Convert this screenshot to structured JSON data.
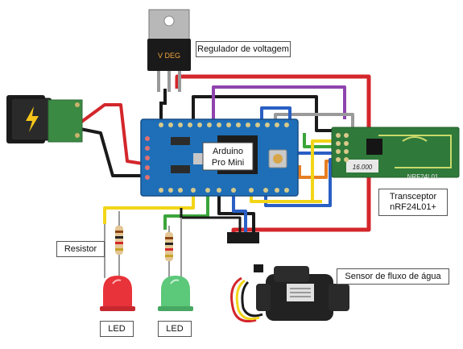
{
  "labels": {
    "regulator": "Regulador de voltagem",
    "regulator_marking": "V DEG",
    "arduino_line1": "Arduino",
    "arduino_line2": "Pro Mini",
    "transceiver_line1": "Transceptor",
    "transceiver_line2": "nRF24L01+",
    "rf_module_text": "NRF24L01",
    "rf_module_number": "16.000",
    "resistor": "Resistor",
    "led_left": "LED",
    "led_right": "LED",
    "flow_sensor": "Sensor de fluxo de água"
  },
  "colors": {
    "board": "#1f6fb8",
    "rf_board": "#2f7a3a",
    "wire_red": "#d3262b",
    "wire_black": "#1a1a1a",
    "wire_yellow": "#f2d518",
    "wire_green": "#3aa53a",
    "wire_blue": "#2a5fc4",
    "wire_purple": "#8e44ad",
    "wire_orange": "#e67e22",
    "wire_gray": "#8a8a8a",
    "led_red": "#e8333a",
    "led_green": "#5cc87a",
    "power_icon": "#f5c518"
  },
  "icons": {
    "power": "lightning-bolt-icon"
  }
}
